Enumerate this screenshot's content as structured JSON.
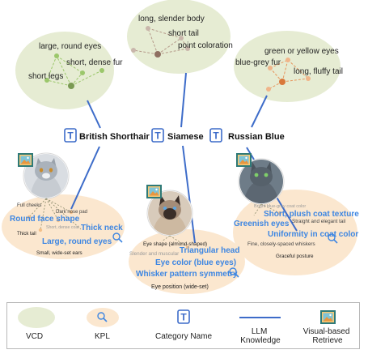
{
  "colors": {
    "vcd_fill": "#e6ecd3",
    "kpl_fill": "#fbe7cf",
    "llm_line": "#3d6cc9",
    "kpl_blue_text": "#3d86e2",
    "node_green": "#9bc76b",
    "node_brown": "#b59a8a",
    "node_orange": "#e7955d"
  },
  "categories": [
    {
      "name": "British Shorthair"
    },
    {
      "name": "Siamese"
    },
    {
      "name": "Russian Blue"
    }
  ],
  "vcd": [
    {
      "labels": [
        "large, round eyes",
        "short, dense fur",
        "short legs"
      ]
    },
    {
      "labels": [
        "long, slender body",
        "short tail",
        "point coloration"
      ]
    },
    {
      "labels": [
        "green or yellow eyes",
        "blue-grey fur",
        "long, fluffy tail"
      ]
    }
  ],
  "kpl": [
    {
      "small": [
        "Full cheeks",
        "Dark nose pad",
        "Short, dense coat",
        "Thick tail",
        "Small, wide-set ears"
      ],
      "big": [
        "Round face shape",
        "Thick neck",
        "Large, round eyes"
      ]
    },
    {
      "small": [
        "Eye shape (almond-shaped)",
        "Slender and muscular",
        "Eye position (wide-set)"
      ],
      "big": [
        "Triangular head",
        "Eye color (blue eyes)",
        "Whisker pattern symmetry"
      ]
    },
    {
      "small": [
        "Bright blue-gray coat color",
        "Straight and elegant tail",
        "Fine, closely-spaced whiskers",
        "Graceful posture"
      ],
      "big": [
        "Short, plush coat texture",
        "Greenish eyes",
        "Uniformity in coat color"
      ]
    }
  ],
  "legend": [
    {
      "label": "VCD",
      "icon": "vcd-ellipse"
    },
    {
      "label": "KPL",
      "icon": "magnifier-icon"
    },
    {
      "label": "Category Name",
      "icon": "text-t-icon"
    },
    {
      "label": "LLM\nKnowledge",
      "icon": "line-icon"
    },
    {
      "label": "Visual-based\nRetrieve",
      "icon": "image-icon"
    }
  ]
}
